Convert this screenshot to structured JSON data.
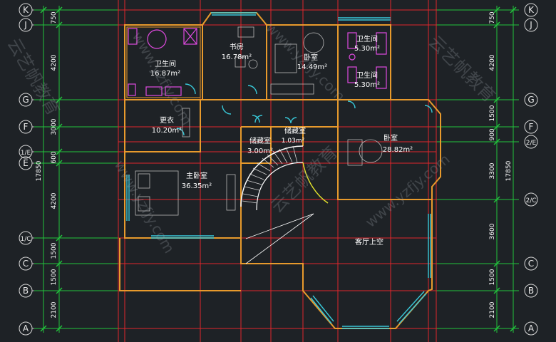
{
  "axes": {
    "left": [
      "K",
      "J",
      "G",
      "F",
      "1/E",
      "E",
      "1/C",
      "C",
      "B",
      "A"
    ],
    "right": [
      "K",
      "J",
      "G",
      "F",
      "2/E",
      "2/C",
      "C",
      "B",
      "A"
    ]
  },
  "dims_left": {
    "segments": [
      "750",
      "4200",
      "3000",
      "600",
      "4200",
      "1500",
      "1500",
      "2100"
    ],
    "total": "17850"
  },
  "dims_right": {
    "segments": [
      "750",
      "4200",
      "1500",
      "900",
      "3300",
      "3600",
      "1500",
      "2100"
    ],
    "total": "17850"
  },
  "rooms": {
    "bath1": {
      "name": "卫生间",
      "area": "16.87m²"
    },
    "study": {
      "name": "书房",
      "area": "16.78m²"
    },
    "room3": {
      "name": "卧室",
      "area": "14.49m²"
    },
    "bath2": {
      "name": "卫生间",
      "area": "5.30m²"
    },
    "bath3": {
      "name": "卫生间",
      "area": "5.30m²"
    },
    "dress": {
      "name": "更衣",
      "area": "10.20m²"
    },
    "store1": {
      "name": "储藏室",
      "area": "3.00m²"
    },
    "store2": {
      "name": "储藏室",
      "area": "1.03m²"
    },
    "bed2": {
      "name": "卧室",
      "area": "28.82m²"
    },
    "master": {
      "name": "主卧室",
      "area": "36.35m²"
    },
    "void": {
      "name": "客厅上空",
      "area": ""
    }
  },
  "watermarks": [
    "云艺帆教育",
    "www.yzfjy.com"
  ]
}
